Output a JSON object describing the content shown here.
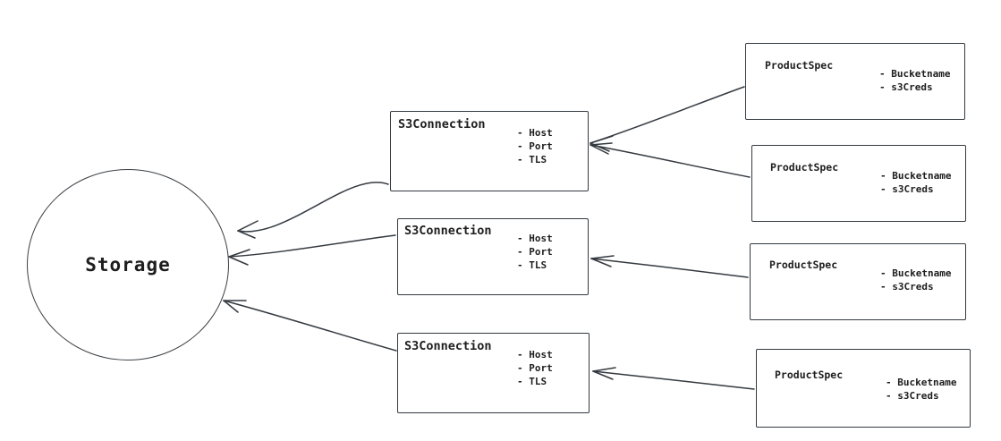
{
  "diagram": {
    "title": "Storage to S3Connection to ProductSpec relationship diagram",
    "background_color": "#ffffff",
    "stroke_color": "#343a40",
    "style": "hand-drawn sketch"
  },
  "storage": {
    "label": "Storage",
    "shape": "circle"
  },
  "connections": [
    {
      "title": "S3Connection",
      "attributes": [
        "- Host",
        "- Port",
        "- TLS"
      ]
    },
    {
      "title": "S3Connection",
      "attributes": [
        "- Host",
        "- Port",
        "- TLS"
      ]
    },
    {
      "title": "S3Connection",
      "attributes": [
        "- Host",
        "- Port",
        "- TLS"
      ]
    }
  ],
  "specs": [
    {
      "title": "ProductSpec",
      "attributes": [
        "- Bucketname",
        "- s3Creds"
      ]
    },
    {
      "title": "ProductSpec",
      "attributes": [
        "- Bucketname",
        "- s3Creds"
      ]
    },
    {
      "title": "ProductSpec",
      "attributes": [
        "- Bucketname",
        "- s3Creds"
      ]
    },
    {
      "title": "ProductSpec",
      "attributes": [
        "- Bucketname",
        "- s3Creds"
      ]
    }
  ],
  "edges": [
    {
      "from": "connection-1",
      "to": "storage"
    },
    {
      "from": "connection-2",
      "to": "storage"
    },
    {
      "from": "connection-3",
      "to": "storage"
    },
    {
      "from": "spec-1",
      "to": "connection-1"
    },
    {
      "from": "spec-2",
      "to": "connection-1"
    },
    {
      "from": "spec-3",
      "to": "connection-2"
    },
    {
      "from": "spec-4",
      "to": "connection-3"
    }
  ]
}
